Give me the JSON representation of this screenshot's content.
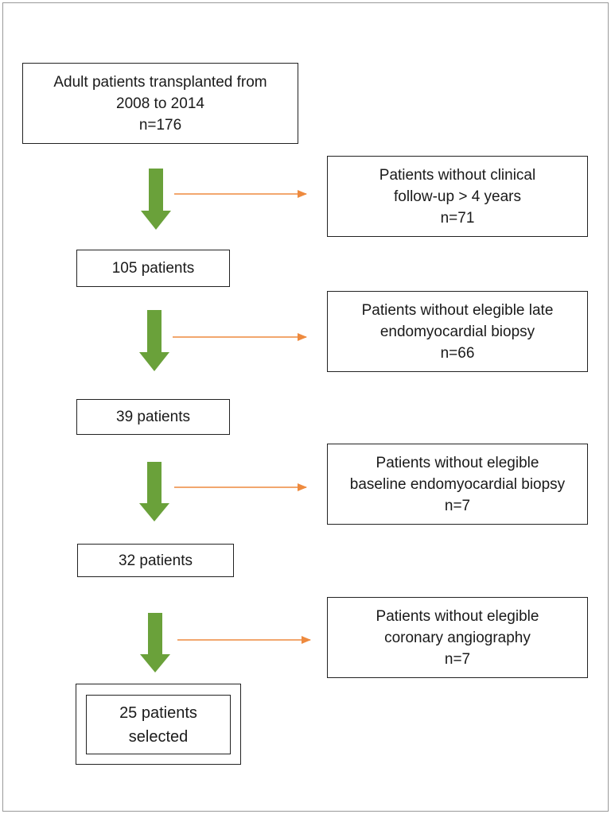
{
  "flow": {
    "start": {
      "line1": "Adult patients transplanted from",
      "line2": "2008  to 2014",
      "count": "n=176"
    },
    "exclusions": [
      {
        "line1": "Patients without clinical",
        "line2": "follow-up > 4 years",
        "count": "n=71"
      },
      {
        "line1": "Patients without elegible late",
        "line2": "endomyocardial biopsy",
        "count": "n=66"
      },
      {
        "line1": "Patients without elegible",
        "line2": "baseline endomyocardial biopsy",
        "count": "n=7"
      },
      {
        "line1": "Patients without elegible",
        "line2": "coronary angiography",
        "count": "n=7"
      }
    ],
    "stages": [
      {
        "label": "105  patients"
      },
      {
        "label": "39 patients"
      },
      {
        "label": "32 patients"
      }
    ],
    "final": {
      "line1": "25 patients",
      "line2": "selected"
    }
  },
  "colors": {
    "down_arrow": "#6aa13a",
    "side_arrow": "#ee8a3e",
    "box_border": "#222222"
  }
}
